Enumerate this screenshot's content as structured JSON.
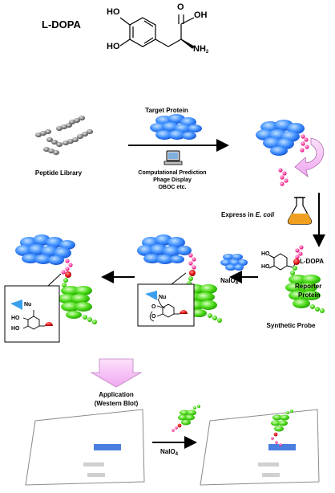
{
  "title": "L-DOPA",
  "molecule": {
    "ho_top": "HO",
    "ho_bottom": "HO",
    "oh": "OH",
    "o": "O",
    "nh": "NH",
    "nh_sub": "2"
  },
  "labels": {
    "target_protein": "Target Protein",
    "peptide_library": "Peptide Library",
    "method_1": "Computational Prediction",
    "method_2": "Phage Display",
    "method_3": "OBOC etc.",
    "express_prefix": "Express in ",
    "express_organism": "E. coli",
    "reagent": "NaIO",
    "reagent_sub": "4",
    "probe_ho_1": "HO",
    "probe_ho_2": "HO",
    "probe_ldopa": "L-DOPA",
    "reporter_1": "Reporter",
    "reporter_2": "Protein",
    "synthetic_probe": "Synthetic Probe",
    "nu_1": "Nu",
    "nu_2": "Nu",
    "inset_ho_1": "HO",
    "inset_ho_2": "HO",
    "inset_o_1": "O",
    "inset_o_2": "O",
    "application_1": "Application",
    "application_2": "(Western Blot)",
    "blot_reagent": "NaIO",
    "blot_reagent_sub": "4"
  },
  "colors": {
    "protein_blue": "#3f8fff",
    "probe_green": "#4ddb1a",
    "peptide_pink": "#ff3fa0",
    "dopa_red": "#e01010",
    "block_arrow": "#f4b8f4",
    "flask_liquid": "#f0a020",
    "nucleophile_blue": "#3aa0ee"
  }
}
